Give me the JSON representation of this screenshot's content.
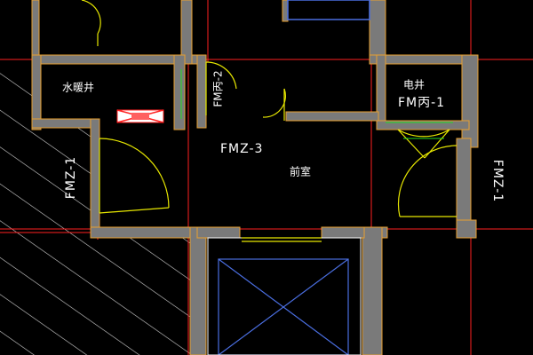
{
  "colors": {
    "background": "#000000",
    "wall_fill": "#7a7a7a",
    "wall_line": "#e8a030",
    "axis_line": "#ff2020",
    "door_arc": "#e8e800",
    "hatch": "#d0d0d0",
    "elevator": "#4a6ee0",
    "text": "#ffffff"
  },
  "labels": {
    "water_heating_shaft": "水暖井",
    "fire_door_bing_2": "FM丙-2",
    "electric_shaft": "电井",
    "fire_door_bing_1": "FM丙-1",
    "fire_door_yi_3": "FMZ-3",
    "front_room": "前室",
    "fire_door_left": "FMZ-1",
    "fire_door_right": "FMZ-1"
  }
}
